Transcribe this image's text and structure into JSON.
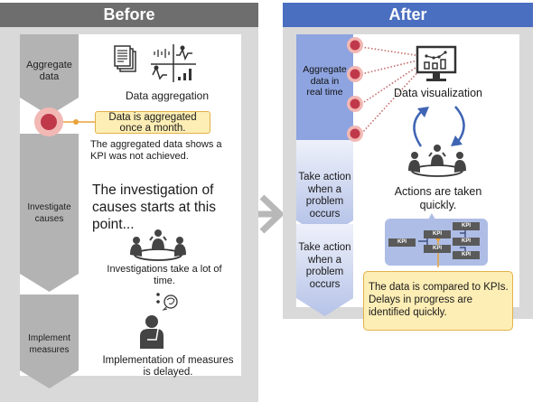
{
  "before": {
    "title": "Before",
    "stages": [
      {
        "label_line1": "Aggregate",
        "label_line2": "data"
      },
      {
        "label_line1": "Investigate",
        "label_line2": "causes"
      },
      {
        "label_line1": "Implement",
        "label_line2": "measures"
      }
    ],
    "data_aggregation_caption": "Data aggregation",
    "callout_line1": "Data is aggregated",
    "callout_line2": "once a month.",
    "kpi_text_line1": "The aggregated data shows a",
    "kpi_text_line2": "KPI was not achieved.",
    "investigation_line1": "The investigation of",
    "investigation_line2": "causes starts at this",
    "investigation_line3": "point...",
    "investigations_line1": "Investigations take a lot of",
    "investigations_line2": "time.",
    "implementation_line1": "Implementation of measures",
    "implementation_line2": "is delayed."
  },
  "after": {
    "title": "After",
    "stages": [
      {
        "line1": "Aggregate",
        "line2": "data in",
        "line3": "real time"
      },
      {
        "line1": "Take action",
        "line2": "when a",
        "line3": "problem",
        "line4": "occurs"
      },
      {
        "line1": "Take action",
        "line2": "when a",
        "line3": "problem",
        "line4": "occurs"
      }
    ],
    "visualization_caption": "Data visualization",
    "actions_line1": "Actions are taken",
    "actions_line2": "quickly.",
    "kpi_label": "KPI",
    "callout_line1": "The data is compared to KPIs.",
    "callout_line2": "Delays in progress are",
    "callout_line3": "identified quickly."
  },
  "colors": {
    "before_header": "#6e6e6e",
    "after_header": "#4a6ec0",
    "marker_red": "#c0394b",
    "callout_fill": "#fdeeb5",
    "cycle_arrow": "#3f64b3"
  }
}
